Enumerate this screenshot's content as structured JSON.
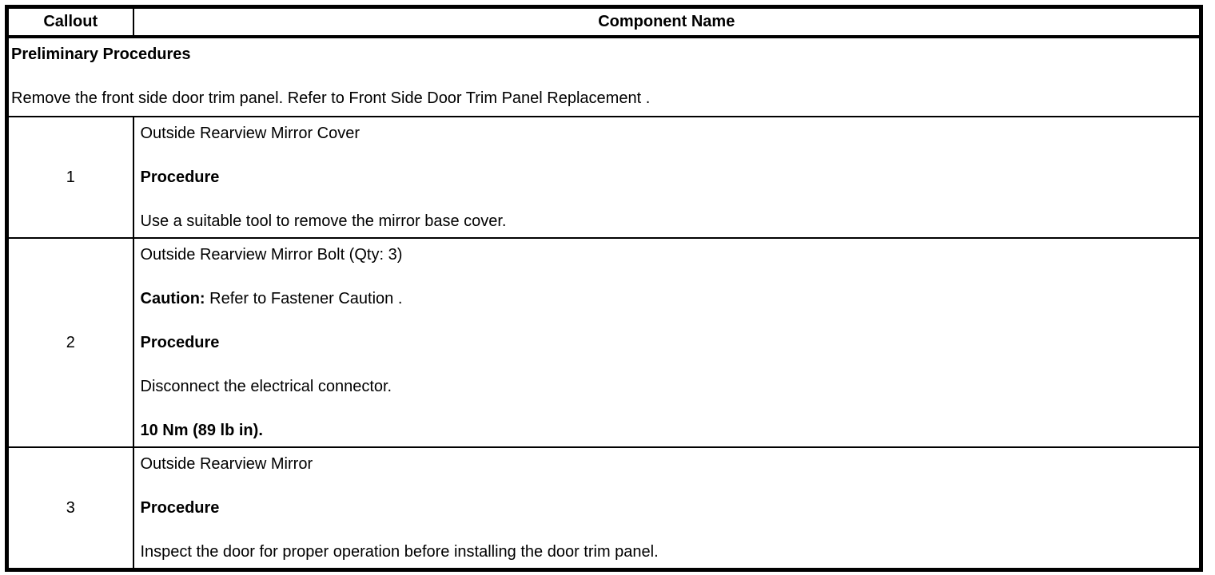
{
  "header": {
    "callout": "Callout",
    "component": "Component Name"
  },
  "preliminary": {
    "title": "Preliminary Procedures",
    "text": "Remove the front side door trim panel. Refer to Front Side Door Trim Panel Replacement ."
  },
  "rows": [
    {
      "callout": "1",
      "component": "Outside Rearview Mirror Cover",
      "procedure_label": "Procedure",
      "procedure_text": "Use a suitable tool to remove the mirror base cover."
    },
    {
      "callout": "2",
      "component": "Outside Rearview Mirror Bolt (Qty: 3)",
      "caution_label": "Caution:",
      "caution_text": " Refer to Fastener Caution .",
      "procedure_label": "Procedure",
      "procedure_text": "Disconnect the electrical connector.",
      "torque": "10 Nm (89 lb in)."
    },
    {
      "callout": "3",
      "component": "Outside Rearview Mirror",
      "procedure_label": "Procedure",
      "procedure_text": "Inspect the door for proper operation before installing the door trim panel."
    }
  ],
  "colors": {
    "border": "#000000",
    "text": "#000000",
    "background": "#ffffff"
  }
}
